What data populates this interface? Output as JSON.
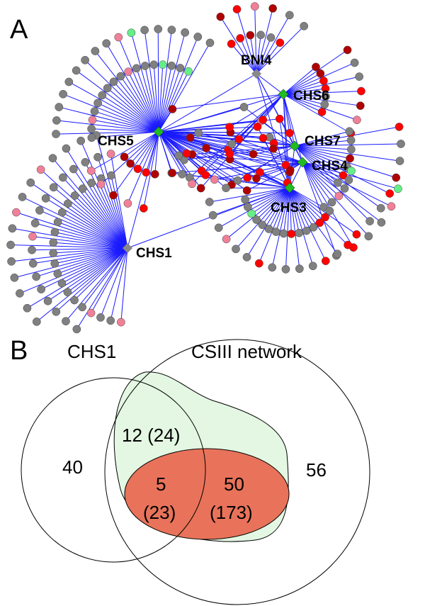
{
  "panel_a": {
    "letter": "A",
    "hubs": [
      {
        "id": "bni4",
        "label": "BNI4"
      },
      {
        "id": "chs6",
        "label": "CHS6"
      },
      {
        "id": "chs5",
        "label": "CHS5"
      },
      {
        "id": "chs7",
        "label": "CHS7"
      },
      {
        "id": "chs4",
        "label": "CHS4"
      },
      {
        "id": "chs3",
        "label": "CHS3"
      },
      {
        "id": "chs1",
        "label": "CHS1"
      }
    ],
    "colors": {
      "edge": "#1a1aff",
      "hub_diamond": "#22bb22",
      "hub_gray": "#888888",
      "node_gray": "#808080",
      "node_red": "#ff0000",
      "node_darkred": "#b00000",
      "node_pink": "#f08098",
      "node_lightgreen": "#66ee88"
    }
  },
  "panel_b": {
    "letter": "B",
    "set_left": "CHS1",
    "set_right": "CSIII network",
    "counts": {
      "left_only": "40",
      "right_only": "56",
      "green_overlap": "12 (24)",
      "red_left_top": "5",
      "red_left_bottom": "(23)",
      "red_right_top": "50",
      "red_right_bottom": "(173)"
    },
    "colors": {
      "green_region": "#e3f7e3",
      "red_region": "#e8735a",
      "outline": "#000000"
    }
  }
}
